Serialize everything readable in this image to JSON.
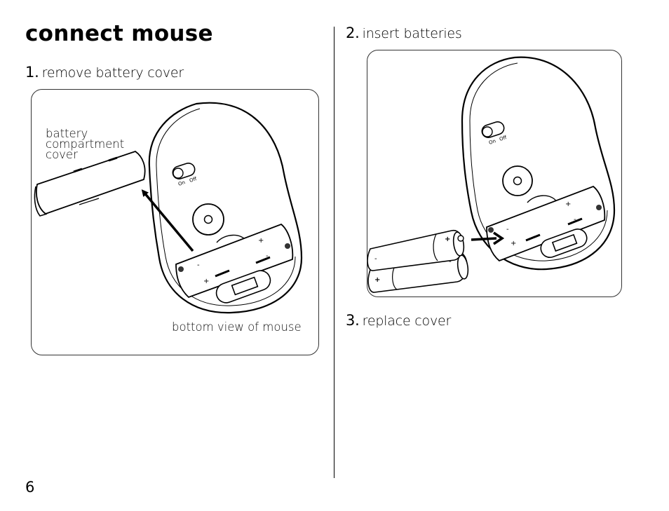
{
  "page": {
    "title": "connect mouse",
    "page_number": "6"
  },
  "steps": [
    {
      "number": "1.",
      "text": "remove battery cover"
    },
    {
      "number": "2.",
      "text": "insert batteries"
    },
    {
      "number": "3.",
      "text": "replace cover"
    }
  ],
  "figure1": {
    "cover_label_lines": [
      "battery",
      "compartment",
      "cover"
    ],
    "caption": "bottom view of mouse",
    "switch_on": "On",
    "switch_off": "Off"
  },
  "figure2": {
    "switch_on": "On",
    "switch_off": "Off"
  }
}
